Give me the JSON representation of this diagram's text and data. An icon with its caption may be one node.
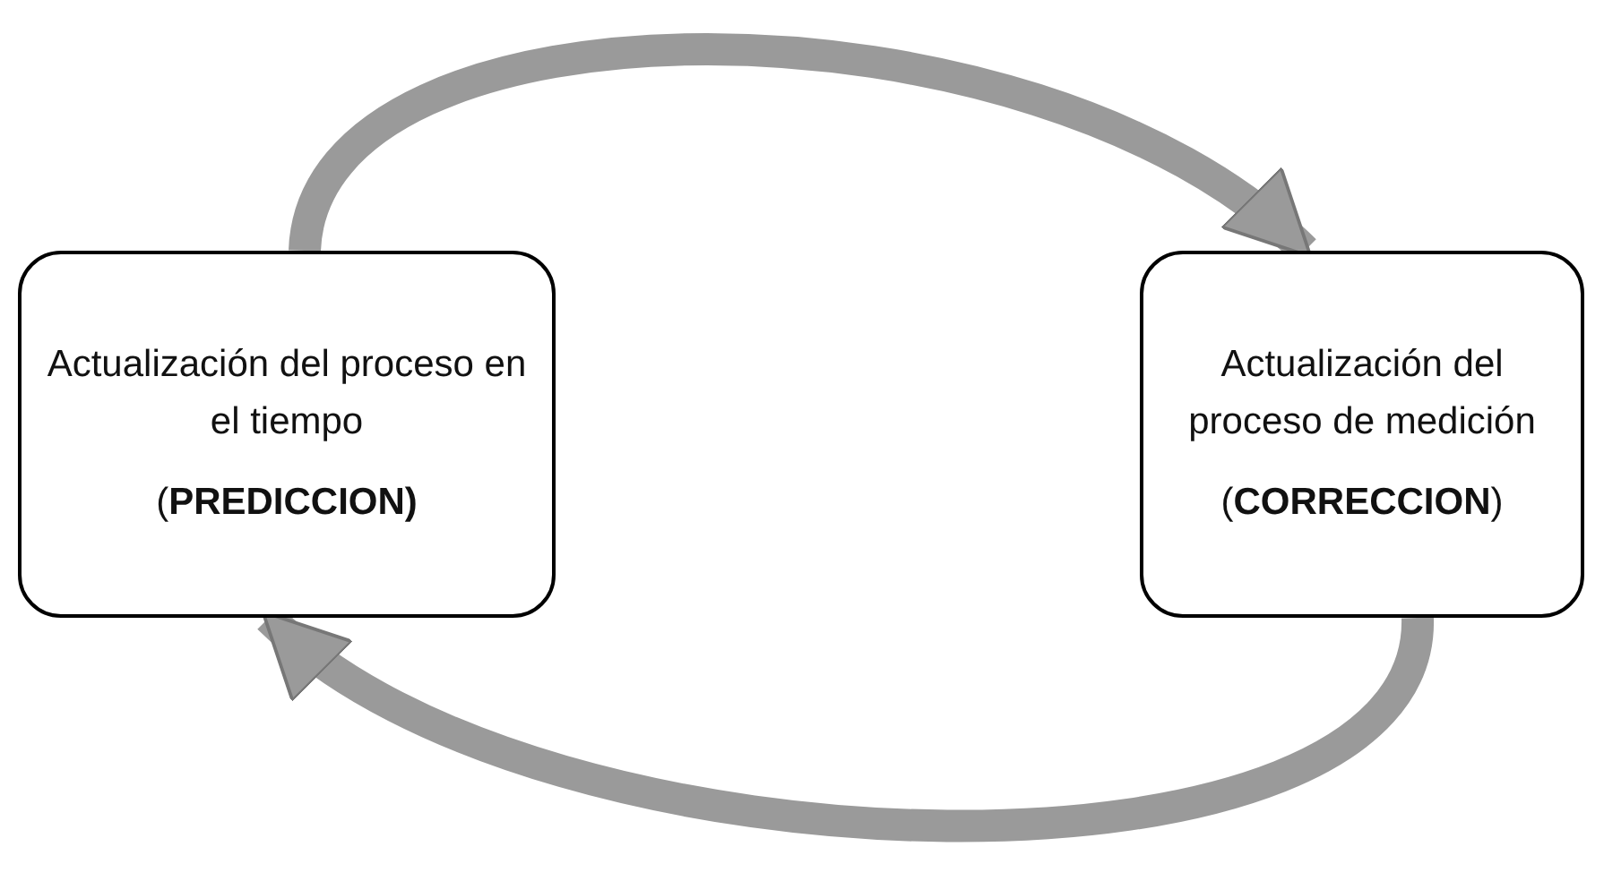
{
  "diagram": {
    "nodes": [
      {
        "text": [
          "Actualización del proceso en el tiempo",
          "(**PREDICCION)**"
        ]
      },
      {
        "text": [
          "Actualización del proceso de medición",
          "(**CORRECCION**)"
        ]
      }
    ],
    "edges": [
      {
        "from": 0,
        "to": 1,
        "arrow": "to"
      },
      {
        "from": 1,
        "to": 0,
        "arrow": "to"
      }
    ]
  }
}
